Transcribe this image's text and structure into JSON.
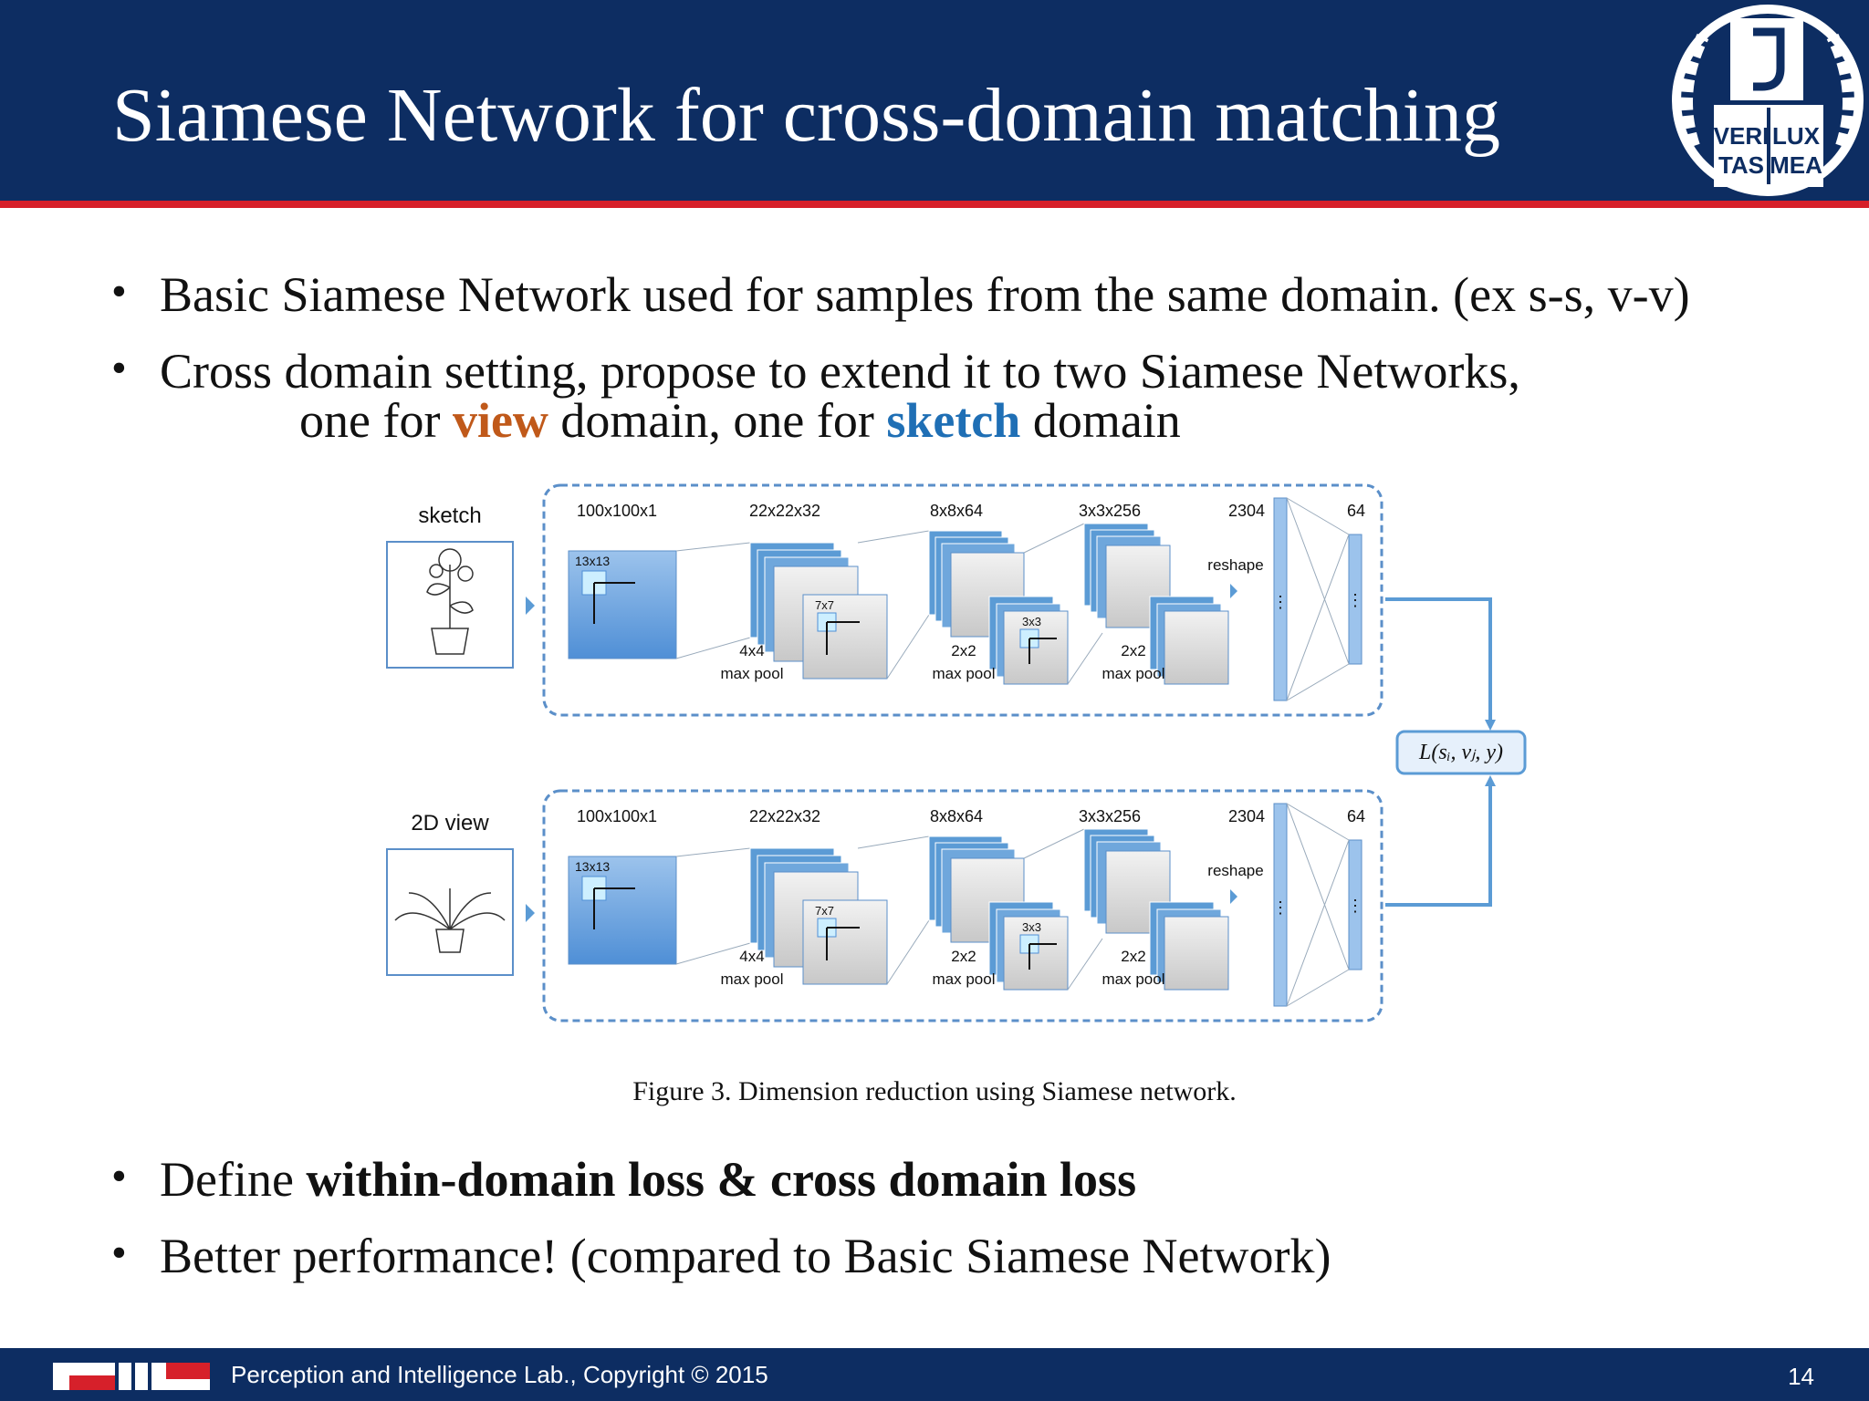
{
  "slide": {
    "title": "Siamese Network for cross-domain matching",
    "emblem_text": [
      "VERI",
      "LUX",
      "TAS",
      "MEA"
    ],
    "bullets": [
      {
        "text": "Basic Siamese Network used for samples from the same domain. (ex s-s, v-v)"
      },
      {
        "line1": "Cross domain setting, propose to extend it to two Siamese Networks,",
        "pre": "one for ",
        "view": "view",
        "mid": " domain, one for ",
        "sketch": "sketch",
        "post": " domain"
      },
      {
        "pre": "Define ",
        "bold": "within-domain loss & cross domain loss"
      },
      {
        "text": "Better performance! (compared to Basic Siamese Network)"
      }
    ],
    "caption": "Figure 3. Dimension reduction using Siamese network."
  },
  "figure": {
    "sketch_label": "sketch",
    "view_label": "2D view",
    "dims": [
      "100x100x1",
      "22x22x32",
      "8x8x64",
      "3x3x256",
      "2304",
      "64"
    ],
    "kernels": [
      "13x13",
      "7x7",
      "3x3"
    ],
    "pool_size": [
      "4x4",
      "2x2",
      "2x2"
    ],
    "pool_label": "max pool",
    "reshape": "reshape",
    "loss": "L(sᵢ, vⱼ, y)"
  },
  "footer": {
    "text": "Perception and Intelligence Lab., Copyright  © 2015",
    "page": "14"
  },
  "colors": {
    "navy": "#0d2d62",
    "red": "#d6202a",
    "view_orange": "#c0591a",
    "sketch_blue": "#1f6fb5",
    "net_blue": "#5b9bd5"
  }
}
